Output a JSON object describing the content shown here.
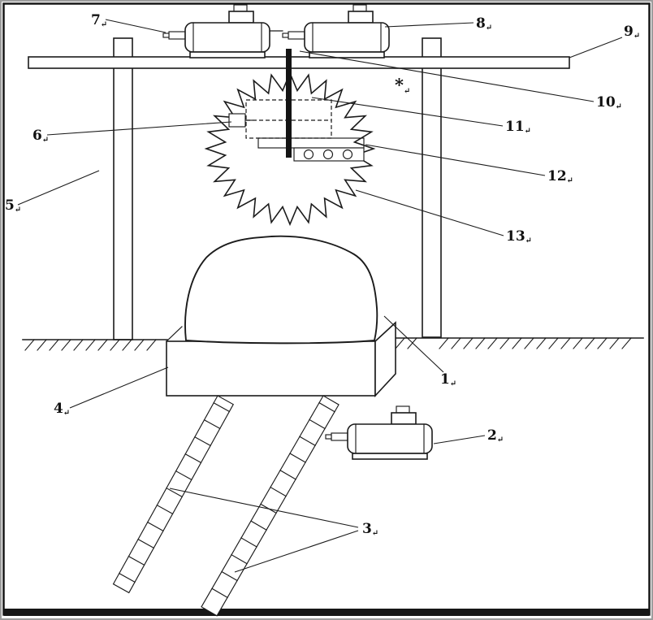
{
  "canvas": {
    "background": "#ffffff",
    "line_color": "#1b1b1b",
    "outer_border_color": "#9c9c9c",
    "frame_color": "#161616"
  },
  "labels": {
    "n1": {
      "num": "1",
      "mark": "↵"
    },
    "n2": {
      "num": "2",
      "mark": "↵"
    },
    "n3": {
      "num": "3",
      "mark": "↵"
    },
    "n4": {
      "num": "4",
      "mark": "↵"
    },
    "n5": {
      "num": "5",
      "mark": "↵"
    },
    "n6": {
      "num": "6",
      "mark": "↵"
    },
    "n7": {
      "num": "7",
      "mark": "↵"
    },
    "n8": {
      "num": "8",
      "mark": "↵"
    },
    "n9": {
      "num": "9",
      "mark": "↵"
    },
    "n10": {
      "num": "10",
      "mark": "↵"
    },
    "n11": {
      "num": "11",
      "mark": "↵"
    },
    "n12": {
      "num": "12",
      "mark": "↵"
    },
    "n13": {
      "num": "13",
      "mark": "↵"
    },
    "star": {
      "num": "*",
      "mark": "↵"
    }
  }
}
